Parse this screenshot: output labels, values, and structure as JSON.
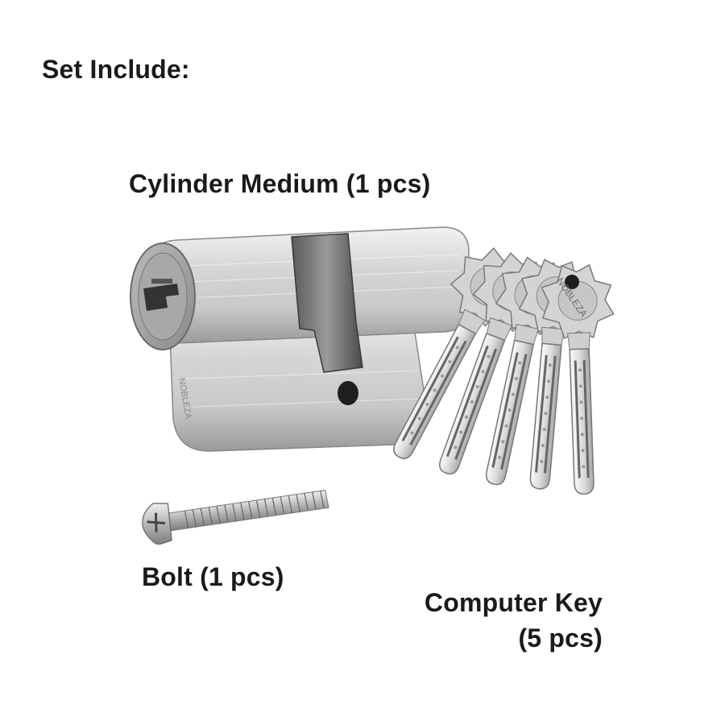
{
  "page": {
    "title": "Set Include:"
  },
  "items": {
    "cylinder": {
      "label": "Cylinder Medium (1 pcs)",
      "icon": "lock-cylinder-icon"
    },
    "bolt": {
      "label": "Bolt (1 pcs)",
      "icon": "screw-icon"
    },
    "keys": {
      "label_line1": "Computer Key",
      "label_line2": "(5 pcs)",
      "icon": "key-icon",
      "count": 5,
      "brand": "NOBLEZA"
    }
  },
  "colors": {
    "background": "#ffffff",
    "text": "#1a1a1a",
    "metal_light": "#e6e6e6",
    "metal_mid": "#c4c4c4",
    "metal_dark": "#8c8c8c"
  }
}
